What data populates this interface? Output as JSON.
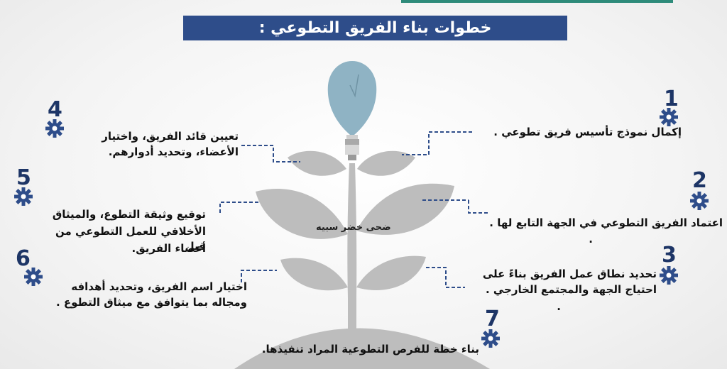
{
  "title": "خطوات بناء الفريق التطوعي :",
  "watermark": "ضحى خضر سبيه",
  "colors": {
    "banner": "#2e4d8a",
    "number": "#1d3566",
    "gear": "#2e4d8a",
    "leaf": "#bdbdbd",
    "connector": "#2e4d8a",
    "bulb": "#8fb3c4"
  },
  "steps": [
    {
      "number": "1",
      "text": "إكمال نموذج تأسيس فريق تطوعي ."
    },
    {
      "number": "2",
      "text": "اعتماد الفريق التطوعي في الجهة التابع لها .",
      "text2": "."
    },
    {
      "number": "3",
      "text": "تحديد نطاق عمل الفريق بناءً على",
      "text2": "احتياج الجهة والمجتمع الخارجي .",
      "text3": "."
    },
    {
      "number": "4",
      "text": "تعيين قائد الفريق، واختيار",
      "text2": "الأعضاء، وتحديد أدوارهم."
    },
    {
      "number": "5",
      "text": "توقيع وثيقة التطوع، والميثاق",
      "text2": "الأخلاقي للعمل التطوعي من قبل",
      "text3": "أعضاء الفريق."
    },
    {
      "number": "6",
      "text": "اختيار اسم الفريق، وتحديد أهدافه",
      "text2": "ومجاله بما يتوافق مع ميثاق التطوع ."
    },
    {
      "number": "7",
      "text": "بناء خطة للفرص التطوعية المراد تنفيذها."
    }
  ]
}
